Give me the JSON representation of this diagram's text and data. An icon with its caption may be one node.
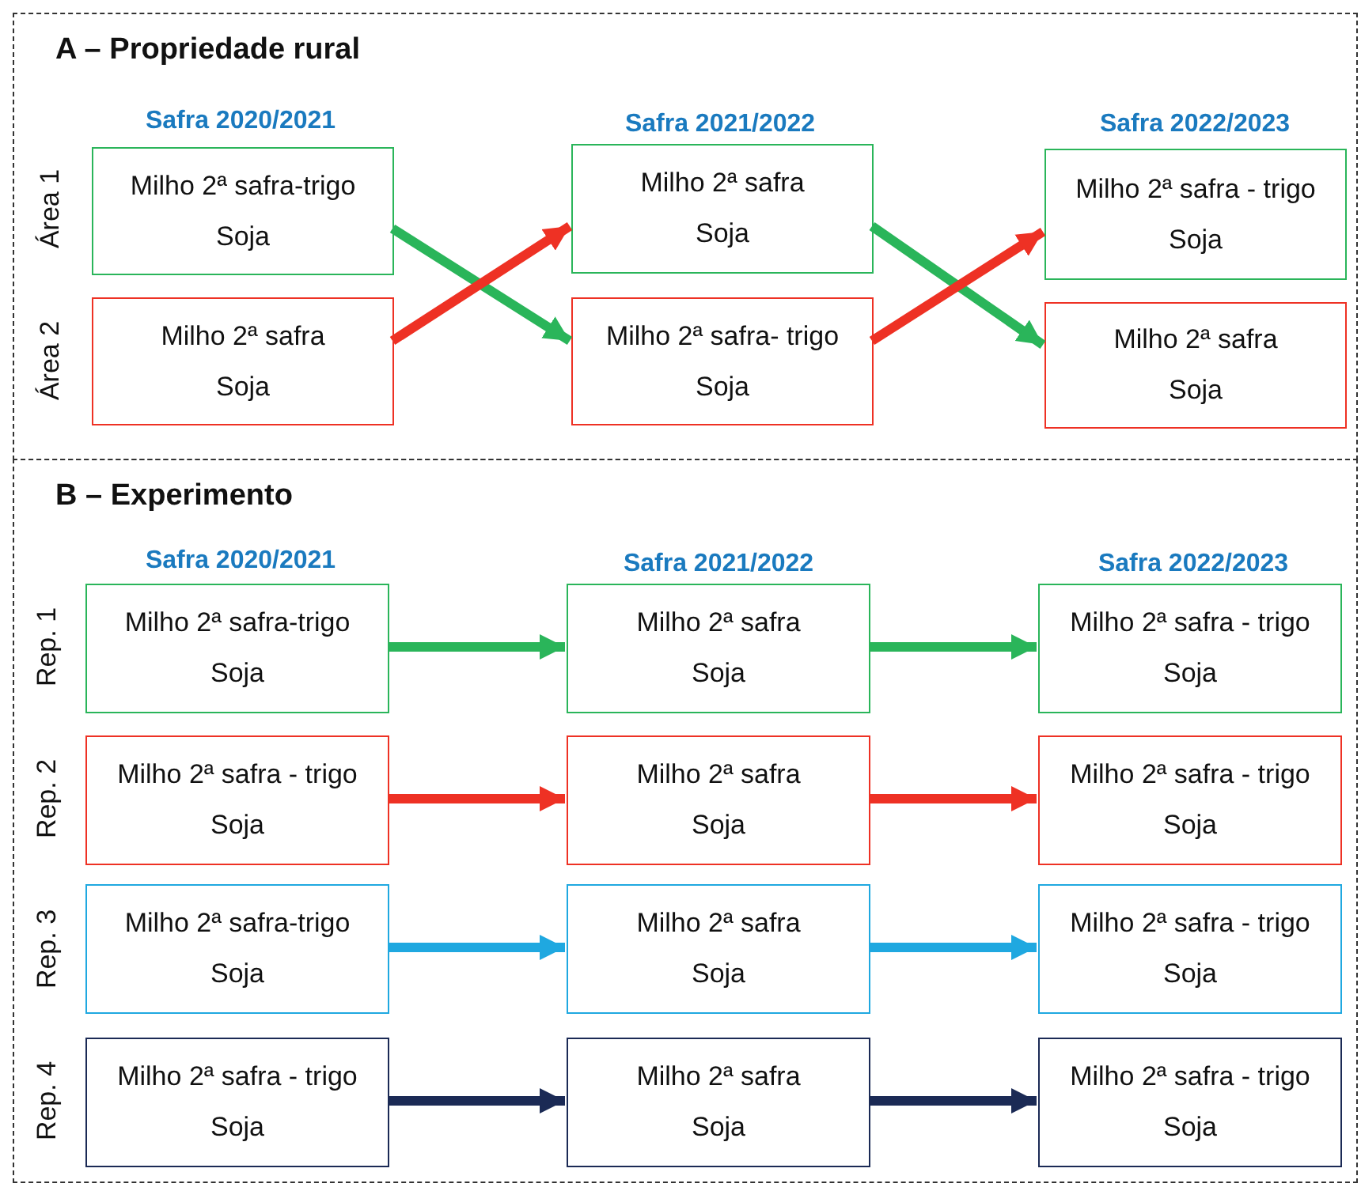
{
  "diagram": {
    "nodes": [
      {
        "text": [
          "A – Propriedade rural"
        ]
      },
      {
        "text": [
          "Milho 2ª safra-trigo",
          "Soja"
        ],
        "in": 0
      },
      {
        "text": [
          "Milho 2ª safra",
          "Soja"
        ],
        "in": 0
      },
      {
        "text": [
          "Milho 2ª safra - trigo",
          "Soja"
        ],
        "in": 0
      },
      {
        "text": [
          "Milho 2ª safra",
          "Soja"
        ],
        "in": 0
      },
      {
        "text": [
          "Milho 2ª safra- trigo",
          "Soja"
        ],
        "in": 0
      },
      {
        "text": [
          "Milho 2ª safra",
          "Soja"
        ],
        "in": 0
      },
      {
        "text": [
          "B – Experimento"
        ]
      },
      {
        "text": [
          "Milho 2ª safra-trigo",
          "Soja"
        ],
        "in": 7
      },
      {
        "text": [
          "Milho 2ª safra",
          "Soja"
        ],
        "in": 7
      },
      {
        "text": [
          "Milho 2ª safra - trigo",
          "Soja"
        ],
        "in": 7
      },
      {
        "text": [
          "Milho 2ª safra - trigo",
          "Soja"
        ],
        "in": 7
      },
      {
        "text": [
          "Milho 2ª safra",
          "Soja"
        ],
        "in": 7
      },
      {
        "text": [
          "Milho 2ª safra - trigo",
          "Soja"
        ],
        "in": 7
      },
      {
        "text": [
          "Milho 2ª safra-trigo",
          "Soja"
        ],
        "in": 7
      },
      {
        "text": [
          "Milho 2ª safra",
          "Soja"
        ],
        "in": 7
      },
      {
        "text": [
          "Milho 2ª safra - trigo",
          "Soja"
        ],
        "in": 7
      },
      {
        "text": [
          "Milho 2ª safra - trigo",
          "Soja"
        ],
        "in": 7
      },
      {
        "text": [
          "Milho 2ª safra",
          "Soja"
        ],
        "in": 7
      },
      {
        "text": [
          "Milho 2ª safra - trigo",
          "Soja"
        ],
        "in": 7
      }
    ],
    "edges": [
      {
        "from": 1,
        "to": 5,
        "arrow": "to",
        "color": "#2ab55a"
      },
      {
        "from": 4,
        "to": 2,
        "arrow": "to",
        "color": "#ee3124"
      },
      {
        "from": 2,
        "to": 6,
        "arrow": "to",
        "color": "#2ab55a"
      },
      {
        "from": 5,
        "to": 3,
        "arrow": "to",
        "color": "#ee3124"
      },
      {
        "from": 8,
        "to": 9,
        "arrow": "to",
        "color": "#2ab55a"
      },
      {
        "from": 9,
        "to": 10,
        "arrow": "to",
        "color": "#2ab55a"
      },
      {
        "from": 11,
        "to": 12,
        "arrow": "to",
        "color": "#ee3124"
      },
      {
        "from": 12,
        "to": 13,
        "arrow": "to",
        "color": "#ee3124"
      },
      {
        "from": 14,
        "to": 15,
        "arrow": "to",
        "color": "#1fa8e0"
      },
      {
        "from": 15,
        "to": 16,
        "arrow": "to",
        "color": "#1fa8e0"
      },
      {
        "from": 17,
        "to": 18,
        "arrow": "to",
        "color": "#1b2a55"
      },
      {
        "from": 18,
        "to": 19,
        "arrow": "to",
        "color": "#1b2a55"
      }
    ],
    "labels": [
      "Safra 2020/2021",
      "Safra 2021/2022",
      "Safra 2022/2023",
      "Área 1",
      "Área 2",
      "Safra 2020/2021",
      "Safra 2021/2022",
      "Safra 2022/2023",
      "Rep. 1",
      "Rep. 2",
      "Rep. 3",
      "Rep. 4"
    ]
  }
}
